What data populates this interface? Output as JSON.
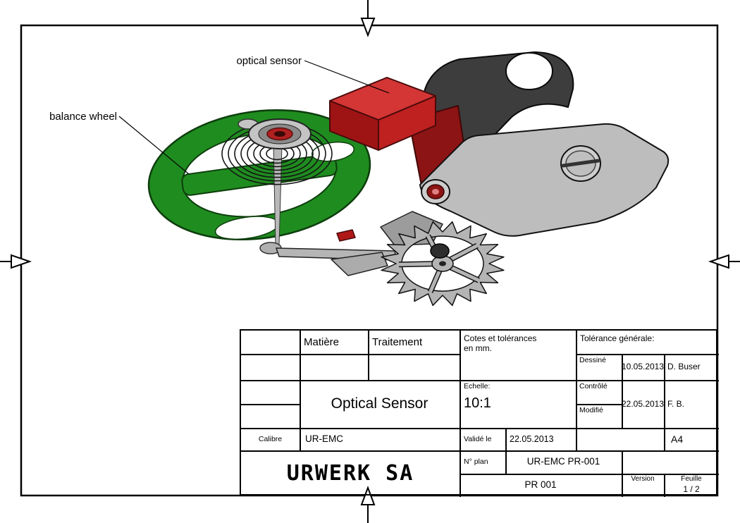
{
  "annotations": {
    "optical_sensor_label": "optical sensor",
    "balance_wheel_label": "balance wheel"
  },
  "title_block": {
    "matiere_header": "Matière",
    "traitement_header": "Traitement",
    "cotes_header_line1": "Cotes et tolérances",
    "cotes_header_line2": "en mm.",
    "tolerance_header": "Tolérance générale:",
    "dessine_label": "Dessiné",
    "dessine_date": "10.05.2013",
    "dessine_by": "D. Buser",
    "controle_label": "Contrôlé",
    "controle_date": "22.05.2013",
    "controle_by": "F. B.",
    "modifie_label": "Modifié",
    "echelle_label": "Echelle:",
    "echelle_value": "10:1",
    "title": "Optical Sensor",
    "calibre_label": "Calibre",
    "calibre_value": "UR-EMC",
    "valide_label": "Validé le",
    "valide_date": "22.05.2013",
    "format": "A4",
    "company": "URWERK SA",
    "plan_label": "N° plan",
    "plan_value": "UR-EMC PR-001",
    "doc_number": "PR 001",
    "version_label": "Version",
    "feuille_label": "Feuille",
    "feuille_value": "1 / 2"
  },
  "colors": {
    "balance_wheel_green": "#1f8c1f",
    "balance_wheel_outline": "#0d3d0d",
    "sensor_red_top": "#d43535",
    "sensor_red_front": "#9e1414",
    "sensor_red_side": "#bf2020",
    "sensor_mount_red": "#8c1414",
    "dark_part_gray": "#3d3d3d",
    "plate_gray": "#bdbdbd"
  }
}
